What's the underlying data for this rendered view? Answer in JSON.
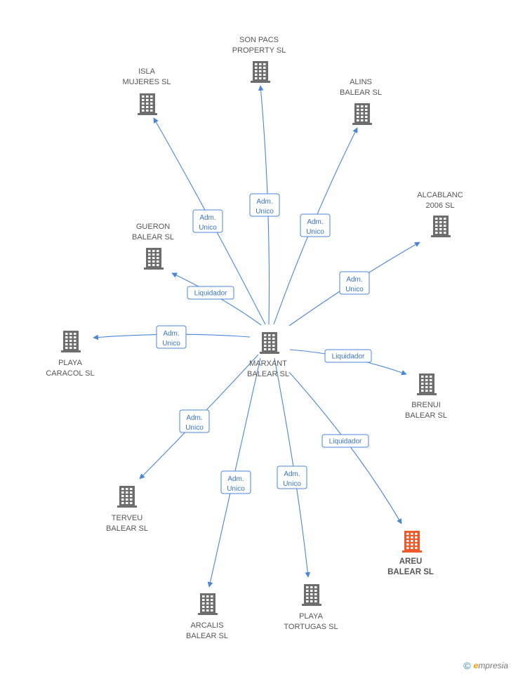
{
  "colors": {
    "edge": "#4a86d8",
    "building": "#6d6d6d",
    "building_highlight": "#f05a2a",
    "label": "#555555"
  },
  "center": {
    "label_lines": [
      "MARXANT",
      "BALEAR SL"
    ],
    "icon": "building-icon"
  },
  "nodes": [
    {
      "id": "son-pacs",
      "label_lines": [
        "SON PACS",
        "PROPERTY SL"
      ],
      "relation": [
        "Adm.",
        "Unico"
      ],
      "highlight": false
    },
    {
      "id": "isla-mujeres",
      "label_lines": [
        "ISLA",
        "MUJERES SL"
      ],
      "relation": [
        "Adm.",
        "Unico"
      ],
      "highlight": false
    },
    {
      "id": "alins",
      "label_lines": [
        "ALINS",
        "BALEAR SL"
      ],
      "relation": [
        "Adm.",
        "Unico"
      ],
      "highlight": false
    },
    {
      "id": "alcablanc",
      "label_lines": [
        "ALCABLANC",
        "2006 SL"
      ],
      "relation": [
        "Adm.",
        "Unico"
      ],
      "highlight": false
    },
    {
      "id": "gueron",
      "label_lines": [
        "GUERON",
        "BALEAR SL"
      ],
      "relation": [
        "Liquidador"
      ],
      "highlight": false
    },
    {
      "id": "playa-caracol",
      "label_lines": [
        "PLAYA",
        "CARACOL SL"
      ],
      "relation": [
        "Adm.",
        "Unico"
      ],
      "highlight": false
    },
    {
      "id": "brenui",
      "label_lines": [
        "BRENUI",
        "BALEAR SL"
      ],
      "relation": [
        "Liquidador"
      ],
      "highlight": false
    },
    {
      "id": "terveu",
      "label_lines": [
        "TERVEU",
        "BALEAR SL"
      ],
      "relation": [
        "Adm.",
        "Unico"
      ],
      "highlight": false
    },
    {
      "id": "arcalis",
      "label_lines": [
        "ARCALIS",
        "BALEAR SL"
      ],
      "relation": [
        "Adm.",
        "Unico"
      ],
      "highlight": false
    },
    {
      "id": "playa-tortugas",
      "label_lines": [
        "PLAYA",
        "TORTUGAS SL"
      ],
      "relation": [
        "Adm.",
        "Unico"
      ],
      "highlight": false
    },
    {
      "id": "areu",
      "label_lines": [
        "AREU",
        "BALEAR SL"
      ],
      "relation": [
        "Liquidador"
      ],
      "highlight": true
    }
  ],
  "footer": {
    "copyright": "©",
    "brand_initial": "e",
    "brand_rest": "mpresia"
  }
}
